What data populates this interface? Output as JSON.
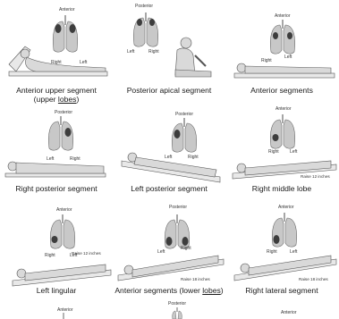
{
  "lung_labels": {
    "anterior": "Anterior",
    "posterior": "Posterior",
    "left": "Left",
    "right": "Right"
  },
  "positions": [
    {
      "caption": "Anterior upper segment",
      "caption_line2_prefix": "(upper ",
      "caption_line2_underlined": "lobes",
      "caption_line2_suffix": ")",
      "view": "Anterior",
      "highlight": "upper"
    },
    {
      "caption": "Posterior apical segment",
      "view": "Posterior",
      "highlight": "apical"
    },
    {
      "caption": "Anterior segments",
      "view": "Anterior",
      "highlight": "anterior"
    },
    {
      "caption": "Right posterior segment",
      "view": "Posterior",
      "highlight": "right-posterior"
    },
    {
      "caption": "Left posterior segment",
      "view": "Posterior",
      "highlight": "left-posterior"
    },
    {
      "caption": "Right middle lobe",
      "view": "Anterior",
      "highlight": "middle",
      "raise": "Raise 12 inches"
    },
    {
      "caption": "Left lingular",
      "view": "Anterior",
      "highlight": "lingular",
      "raise": "Raise 12 inches"
    },
    {
      "caption": "Anterior segments (lower ",
      "caption_underlined": "lobes",
      "caption_suffix": ")",
      "view": "Posterior",
      "highlight": "lower",
      "raise": "Raise 18 inches"
    },
    {
      "caption": "Right lateral segment",
      "view": "Anterior",
      "highlight": "lateral",
      "raise": "Raise 18 inches"
    }
  ],
  "partial_row": [
    "Anterior",
    "Posterior",
    "Anterior"
  ],
  "colors": {
    "lung": "#c8c8c8",
    "lung_stroke": "#6a6a6a",
    "highlight": "#3d3d3d",
    "body": "#d9d9d9",
    "table": "#e8e8e8"
  }
}
